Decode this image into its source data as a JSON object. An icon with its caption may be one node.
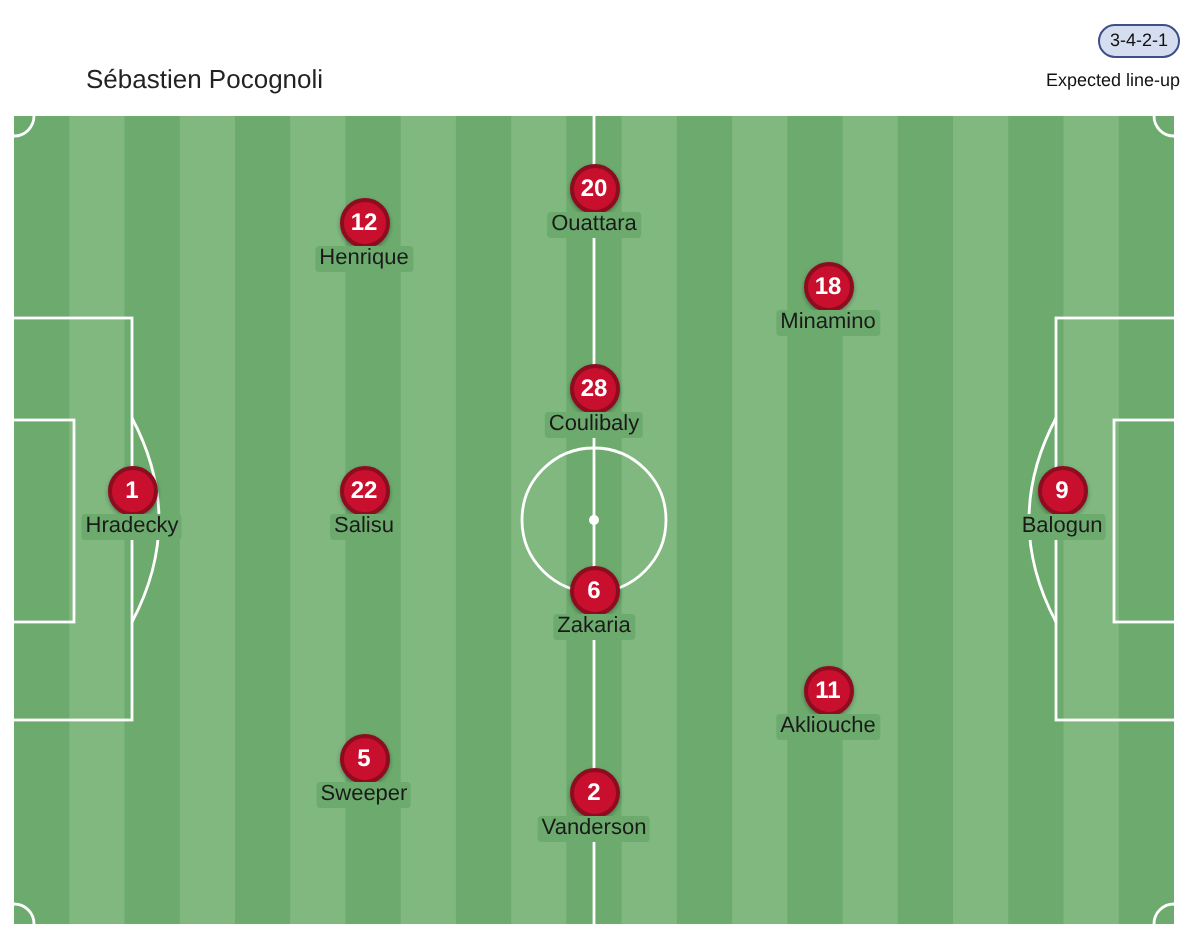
{
  "diagram": {
    "nodes": [
      {
        "text": [
          "3-4-2-1"
        ],
        "beside": [
          "Expected line-up"
        ]
      },
      {
        "text": [
          "20"
        ],
        "beside": [
          "Ouattara"
        ]
      },
      {
        "text": [
          "12"
        ],
        "beside": [
          "Henrique"
        ]
      },
      {
        "text": [
          "18"
        ],
        "beside": [
          "Minamino"
        ]
      },
      {
        "text": [
          "28"
        ],
        "beside": [
          "Coulibaly"
        ]
      },
      {
        "text": [
          "1"
        ],
        "beside": [
          "Hradecky"
        ]
      },
      {
        "text": [
          "22"
        ],
        "beside": [
          "Salisu"
        ]
      },
      {
        "text": [
          "9"
        ],
        "beside": [
          "Balogun"
        ]
      },
      {
        "text": [
          "6"
        ],
        "beside": [
          "Zakaria"
        ]
      },
      {
        "text": [
          "11"
        ],
        "beside": [
          "Akliouche"
        ]
      },
      {
        "text": [
          "5"
        ],
        "beside": [
          "Sweeper"
        ]
      },
      {
        "text": [
          "2"
        ],
        "beside": [
          "Vanderson"
        ]
      }
    ],
    "labels": [
      "Sébastien Pocognoli"
    ]
  }
}
